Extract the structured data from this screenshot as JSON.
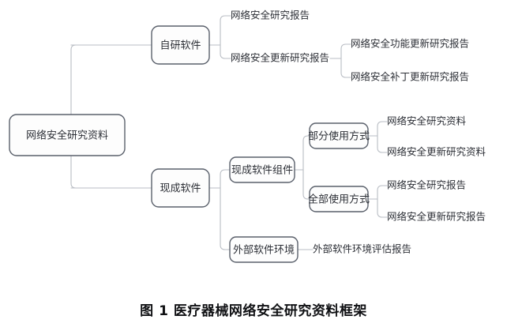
{
  "figure": {
    "caption": "图 1  医疗器械网络安全研究资料框架",
    "colors": {
      "box_border": "#5a606b",
      "box_fill": "#fdfdfd",
      "connector": "#b9bdc4",
      "text": "#2c2f36",
      "background": "#ffffff"
    }
  },
  "diagram": {
    "type": "mindmap",
    "root": {
      "id": "root",
      "label": "网络安全研究资料",
      "boxed": true
    },
    "nodes": [
      {
        "id": "self-developed-software",
        "label": "自研软件",
        "boxed": true,
        "level": 1,
        "parent": "root"
      },
      {
        "id": "self-dev-security-research-report",
        "label": "网络安全研究报告",
        "boxed": false,
        "level": 2,
        "parent": "self-developed-software"
      },
      {
        "id": "self-dev-security-update-research-report",
        "label": "网络安全更新研究报告",
        "boxed": false,
        "level": 2,
        "parent": "self-developed-software"
      },
      {
        "id": "security-function-update-research-report",
        "label": "网络安全功能更新研究报告",
        "boxed": false,
        "level": 3,
        "parent": "self-dev-security-update-research-report"
      },
      {
        "id": "security-patch-update-research-report",
        "label": "网络安全补丁更新研究报告",
        "boxed": false,
        "level": 3,
        "parent": "self-dev-security-update-research-report"
      },
      {
        "id": "off-the-shelf-software",
        "label": "现成软件",
        "boxed": true,
        "level": 1,
        "parent": "root"
      },
      {
        "id": "off-the-shelf-component",
        "label": "现成软件组件",
        "boxed": true,
        "level": 2,
        "parent": "off-the-shelf-software"
      },
      {
        "id": "external-software-environment",
        "label": "外部软件环境",
        "boxed": true,
        "level": 2,
        "parent": "off-the-shelf-software"
      },
      {
        "id": "partial-use-mode",
        "label": "部分使用方式",
        "boxed": true,
        "level": 3,
        "parent": "off-the-shelf-component"
      },
      {
        "id": "full-use-mode",
        "label": "全部使用方式",
        "boxed": true,
        "level": 3,
        "parent": "off-the-shelf-component"
      },
      {
        "id": "partial-security-research-material",
        "label": "网络安全研究资料",
        "boxed": false,
        "level": 4,
        "parent": "partial-use-mode"
      },
      {
        "id": "partial-security-update-research-material",
        "label": "网络安全更新研究资料",
        "boxed": false,
        "level": 4,
        "parent": "partial-use-mode"
      },
      {
        "id": "full-security-research-report",
        "label": "网络安全研究报告",
        "boxed": false,
        "level": 4,
        "parent": "full-use-mode"
      },
      {
        "id": "full-security-update-research-report",
        "label": "网络安全更新研究报告",
        "boxed": false,
        "level": 4,
        "parent": "full-use-mode"
      },
      {
        "id": "external-software-environment-assessment-report",
        "label": "外部软件环境评估报告",
        "boxed": false,
        "level": 3,
        "parent": "external-software-environment"
      }
    ]
  }
}
